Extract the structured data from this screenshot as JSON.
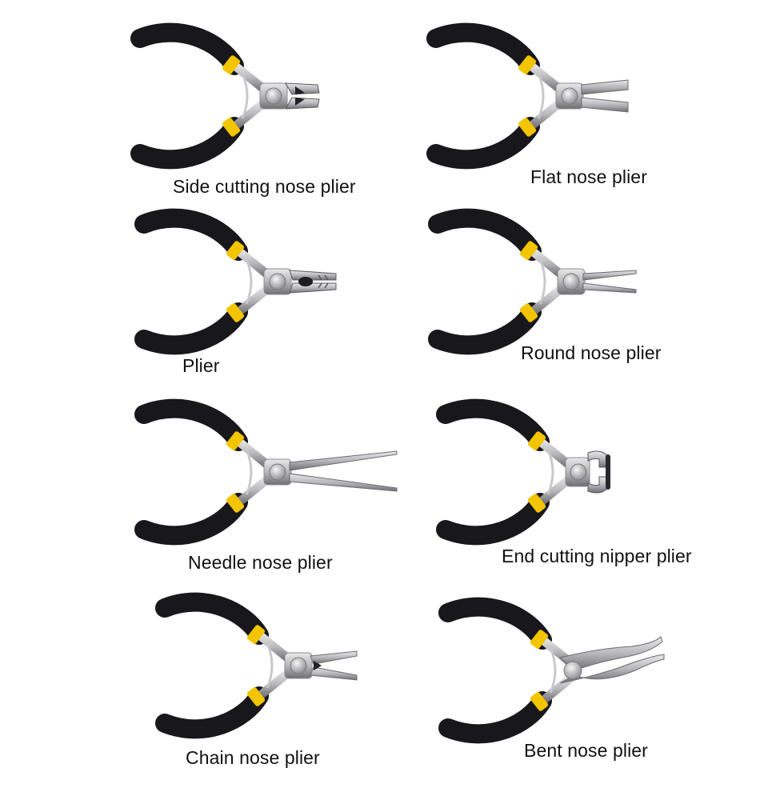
{
  "colors": {
    "background": "#ffffff",
    "handle_black": "#17171c",
    "collar_yellow": "#f2c500",
    "steel_light": "#e8e8ea",
    "steel_mid": "#b8b8bc",
    "steel_dark": "#6e6e73",
    "text": "#111111"
  },
  "pliers": [
    {
      "id": "side-cutting",
      "label": "Side cutting nose plier",
      "head": "side-cutter",
      "icon": "side-cutting-plier-icon"
    },
    {
      "id": "flat-nose",
      "label": "Flat nose plier",
      "head": "flat",
      "icon": "flat-nose-plier-icon"
    },
    {
      "id": "plier",
      "label": "Plier",
      "head": "combination",
      "icon": "combination-plier-icon"
    },
    {
      "id": "round-nose",
      "label": "Round nose plier",
      "head": "round",
      "icon": "round-nose-plier-icon"
    },
    {
      "id": "needle-nose",
      "label": "Needle nose plier",
      "head": "needle",
      "icon": "needle-nose-plier-icon"
    },
    {
      "id": "end-cutting-nipper",
      "label": "End cutting nipper plier",
      "head": "end-nipper",
      "icon": "end-cutting-nipper-plier-icon"
    },
    {
      "id": "chain-nose",
      "label": "Chain nose plier",
      "head": "chain",
      "icon": "chain-nose-plier-icon"
    },
    {
      "id": "bent-nose",
      "label": "Bent nose plier",
      "head": "bent",
      "icon": "bent-nose-plier-icon"
    }
  ]
}
